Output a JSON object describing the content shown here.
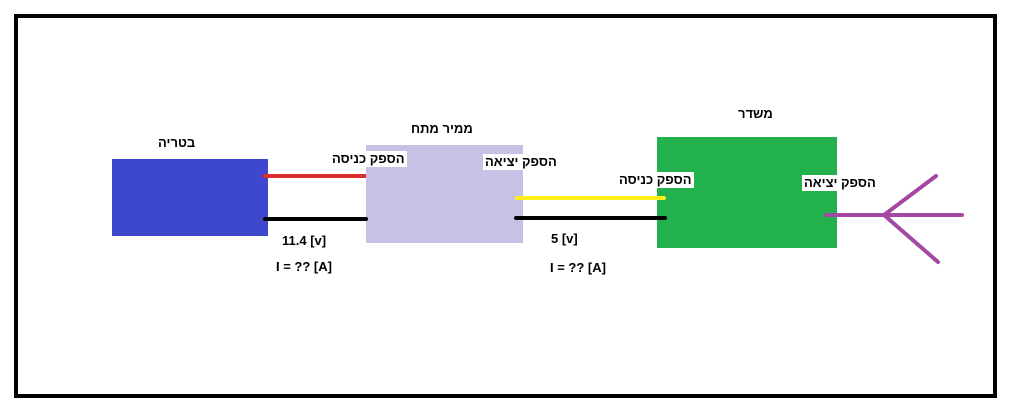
{
  "colors": {
    "battery": "#3d48cc",
    "converter": "#c8c1e6",
    "transmitter": "#22b14c",
    "red_wire": "#dc2f2f",
    "black_wire": "#000000",
    "yellow_wire": "#ffee1a",
    "antenna": "#a349a4",
    "frame": "#000000"
  },
  "battery": {
    "title": "בטריה"
  },
  "converter": {
    "title": "ממיר מתח",
    "input_label": "הספק כניסה",
    "output_label": "הספק יציאה"
  },
  "transmitter": {
    "title": "משדר",
    "input_label": "הספק כניסה",
    "output_label": "הספק יציאה"
  },
  "link_battery_converter": {
    "voltage": "11.4 [v]",
    "current": "I = ?? [A]"
  },
  "link_converter_transmitter": {
    "voltage": "5 [v]",
    "current": "I = ?? [A]"
  }
}
